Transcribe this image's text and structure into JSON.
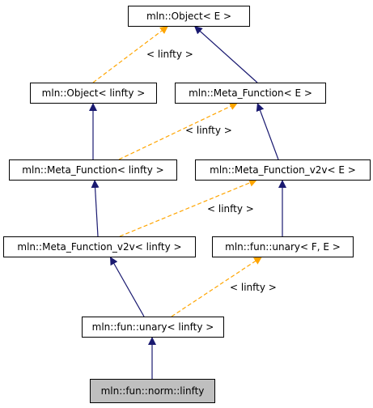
{
  "colors": {
    "inheritance_edge": "#191970",
    "template_edge": "#ffa500",
    "highlight_fill": "#bfbfbf",
    "node_fill": "#ffffff",
    "border": "#000000"
  },
  "nodes": [
    {
      "id": "object_e",
      "label": "mln::Object< E >"
    },
    {
      "id": "object_linfty",
      "label": "mln::Object< linfty >"
    },
    {
      "id": "meta_function_e",
      "label": "mln::Meta_Function< E >"
    },
    {
      "id": "meta_function_linfty",
      "label": "mln::Meta_Function< linfty >"
    },
    {
      "id": "meta_function_v2v_e",
      "label": "mln::Meta_Function_v2v< E >"
    },
    {
      "id": "meta_function_v2v_linfty",
      "label": "mln::Meta_Function_v2v< linfty >"
    },
    {
      "id": "fun_unary_f_e",
      "label": "mln::fun::unary< F, E >"
    },
    {
      "id": "fun_unary_linfty",
      "label": "mln::fun::unary< linfty >"
    },
    {
      "id": "fun_norm_linfty",
      "label": "mln::fun::norm::linfty",
      "highlight": true
    }
  ],
  "edges": [
    {
      "from": "object_linfty",
      "to": "object_e",
      "kind": "template",
      "label": "< linfty >"
    },
    {
      "from": "meta_function_e",
      "to": "object_e",
      "kind": "inheritance"
    },
    {
      "from": "meta_function_linfty",
      "to": "object_linfty",
      "kind": "inheritance"
    },
    {
      "from": "meta_function_linfty",
      "to": "meta_function_e",
      "kind": "template",
      "label": "< linfty >"
    },
    {
      "from": "meta_function_v2v_e",
      "to": "meta_function_e",
      "kind": "inheritance"
    },
    {
      "from": "meta_function_v2v_linfty",
      "to": "meta_function_linfty",
      "kind": "inheritance"
    },
    {
      "from": "meta_function_v2v_linfty",
      "to": "meta_function_v2v_e",
      "kind": "template",
      "label": "< linfty >"
    },
    {
      "from": "fun_unary_f_e",
      "to": "meta_function_v2v_e",
      "kind": "inheritance"
    },
    {
      "from": "fun_unary_linfty",
      "to": "meta_function_v2v_linfty",
      "kind": "inheritance"
    },
    {
      "from": "fun_unary_linfty",
      "to": "fun_unary_f_e",
      "kind": "template",
      "label": "< linfty >"
    },
    {
      "from": "fun_norm_linfty",
      "to": "fun_unary_linfty",
      "kind": "inheritance"
    }
  ]
}
